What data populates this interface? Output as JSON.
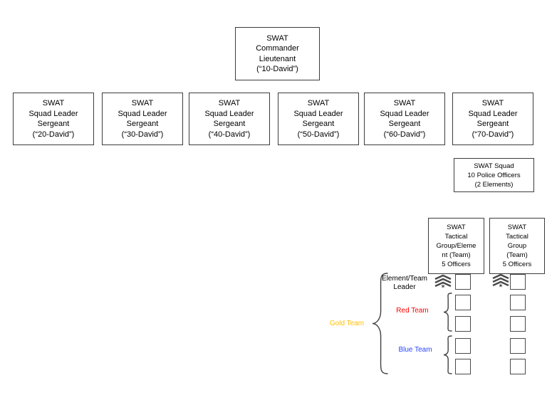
{
  "boxes": {
    "commander": "SWAT\nCommander\nLieutenant\n(“10-David”)",
    "squad_leaders": [
      "SWAT\nSquad Leader\nSergeant\n(“20-David”)",
      "SWAT\nSquad Leader\nSergeant\n(“30-David”)",
      "SWAT\nSquad Leader\nSergeant\n(“40-David”)",
      "SWAT\nSquad Leader\nSergeant\n(“50-David”)",
      "SWAT\nSquad Leader\nSergeant\n(“60-David”)",
      "SWAT\nSquad Leader\nSergeant\n(“70-David”)"
    ],
    "swat_squad": "SWAT Squad\n10 Police Officers\n(2 Elements)",
    "tactical_group_element": "SWAT\nTactical\nGroup/Eleme\nnt (Team)\n5 Officers",
    "tactical_group": "SWAT\nTactical\nGroup\n(Team)\n5 Officers"
  },
  "team_labels": {
    "element_team_leader": "Element/Team\nLeader",
    "red_team": "Red Team",
    "blue_team": "Blue Team",
    "gold_team": "Gold Team"
  },
  "colors": {
    "red_team": "#FF0000",
    "blue_team": "#2945FF",
    "gold_team": "#FFC000",
    "outline": "#3C3C3C"
  },
  "icons": {
    "rank_insignia": "sergeant-chevrons-star-icon"
  }
}
